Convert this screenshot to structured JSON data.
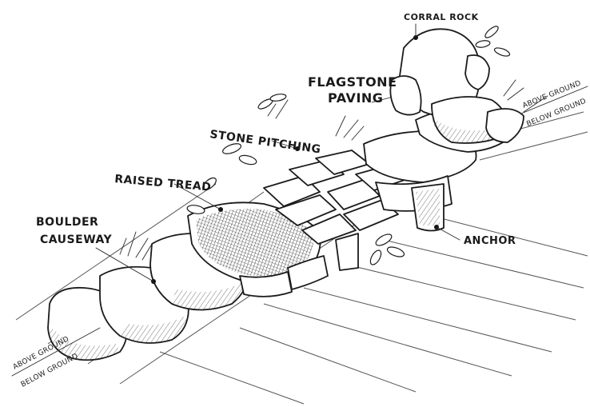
{
  "labels": {
    "corral_rock": "CORRAL ROCK",
    "flagstone_line1": "FLAGSTONE",
    "flagstone_line2": "PAVING",
    "stone_pitching": "STONE PITCHING",
    "raised_tread": "RAISED TREAD",
    "boulder_line1": "BOULDER",
    "boulder_line2": "CAUSEWAY",
    "anchor": "ANCHOR",
    "above_ground_right": "ABOVE GROUND",
    "below_ground_right": "BELOW GROUND",
    "above_ground_left": "ABOVE GROUND",
    "below_ground_left": "BELOW GROUND"
  }
}
